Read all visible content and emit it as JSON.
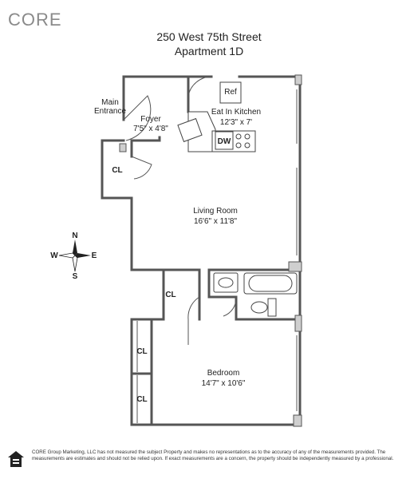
{
  "brand": {
    "logo_text": "CORE"
  },
  "header": {
    "address": "250 West 75th Street",
    "unit": "Apartment 1D"
  },
  "rooms": {
    "main_entrance": "Main\nEntrance",
    "foyer": {
      "name": "Foyer",
      "size": "7'5\" x 4'8\""
    },
    "kitchen": {
      "name": "Eat In Kitchen",
      "size": "12'3\" x 7'"
    },
    "living": {
      "name": "Living Room",
      "size": "16'6\" x 11'8\""
    },
    "bedroom": {
      "name": "Bedroom",
      "size": "14'7\" x 10'6\""
    },
    "closet_label": "CL",
    "ref_label": "Ref",
    "dw_label": "DW"
  },
  "compass": {
    "n": "N",
    "s": "S",
    "e": "E",
    "w": "W"
  },
  "footer": {
    "disclaimer": "CORE Group Marketing, LLC has not measured the subject Property and makes no representations as to the accuracy of any of the measurements provided. The measurements are estimates and should not be relied upon. If exact measurements are a concern, the property should be independently measured by a professional.",
    "icon": "equal-housing-opportunity-icon"
  },
  "colors": {
    "wall": "#555555",
    "wall_fill": "#d8d8d8",
    "logo": "#8a8a8a"
  }
}
